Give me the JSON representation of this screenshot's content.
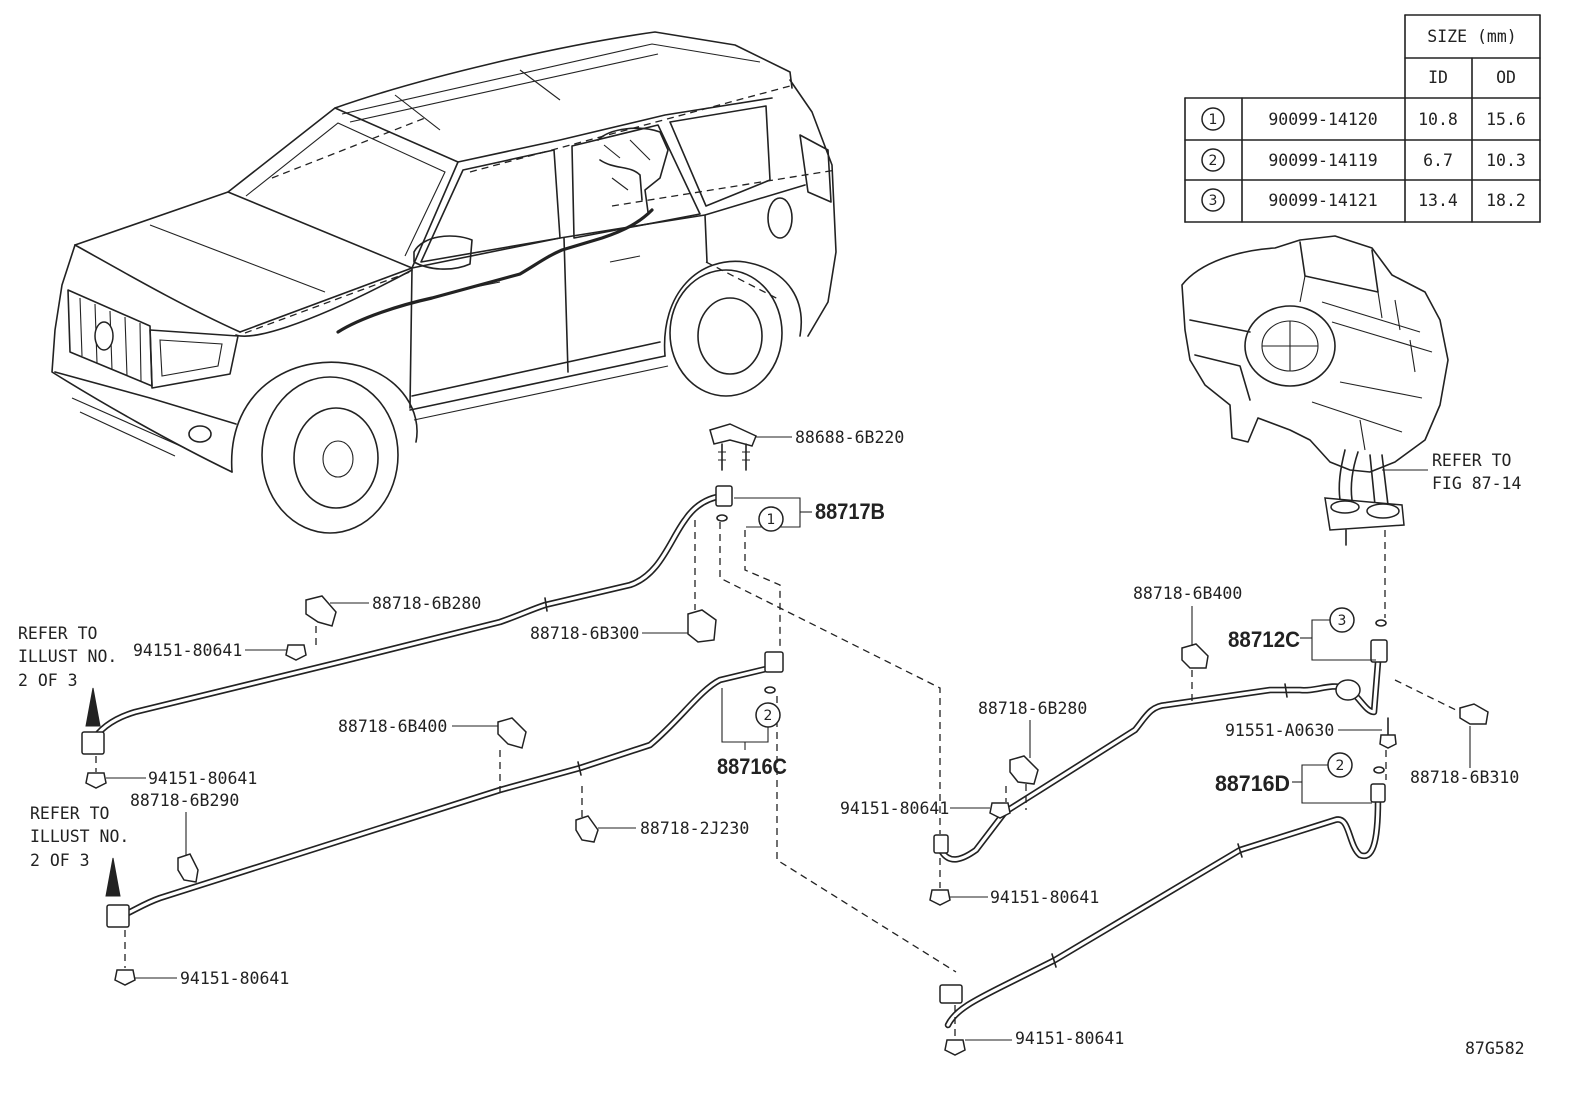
{
  "colors": {
    "line": "#222222",
    "background": "#ffffff"
  },
  "size_table": {
    "header": "SIZE (mm)",
    "col_id": "ID",
    "col_od": "OD",
    "rows": [
      {
        "ref": "1",
        "part_no": "90099-14120",
        "id": "10.8",
        "od": "15.6"
      },
      {
        "ref": "2",
        "part_no": "90099-14119",
        "id": "6.7",
        "od": "10.3"
      },
      {
        "ref": "3",
        "part_no": "90099-14121",
        "id": "13.4",
        "od": "18.2"
      }
    ]
  },
  "part_labels": [
    "88688-6B220",
    "88717B",
    "88718-6B280",
    "94151-80641",
    "88718-6B300",
    "88718-6B400",
    "88716C",
    "94151-80641",
    "88718-6B290",
    "88718-2J230",
    "94151-80641",
    "88718-6B400",
    "88712C",
    "88718-6B280",
    "91551-A0630",
    "88716D",
    "88718-6B310",
    "94151-80641",
    "94151-80641",
    "94151-80641"
  ],
  "assembly_refs": [
    "1",
    "2",
    "3",
    "2"
  ],
  "notes": {
    "refer_left_upper": [
      "REFER TO",
      "ILLUST NO.",
      "2 OF 3"
    ],
    "refer_left_lower": [
      "REFER TO",
      "ILLUST NO.",
      "2 OF 3"
    ],
    "refer_hvac": [
      "REFER TO",
      "FIG 87-14"
    ]
  },
  "figure_code": "87G582"
}
